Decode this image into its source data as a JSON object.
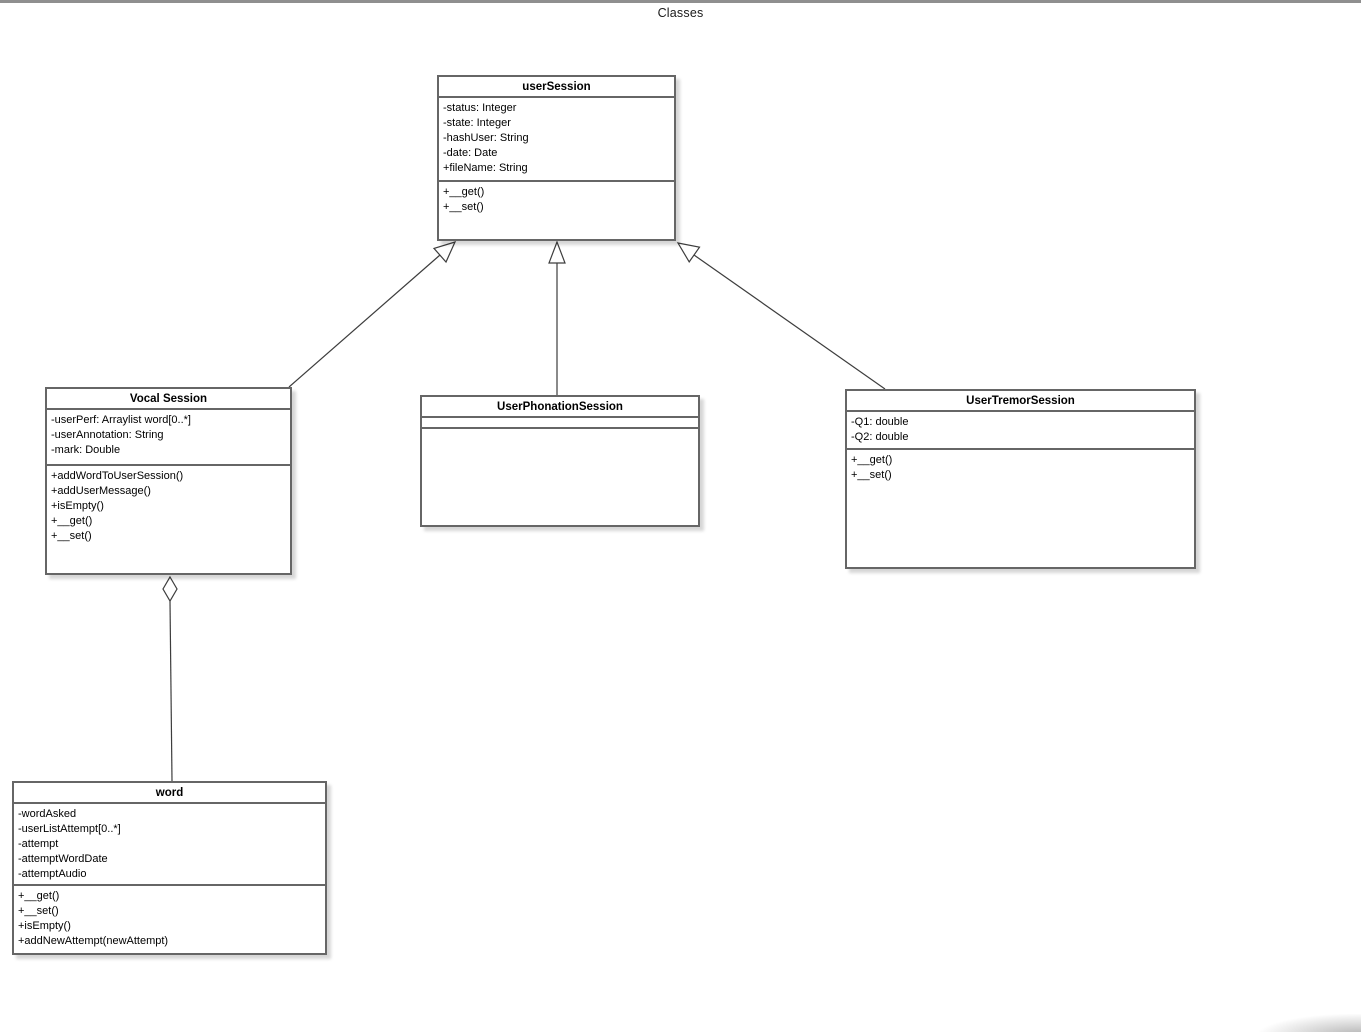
{
  "page": {
    "title": "Classes"
  },
  "theme": {
    "background": "#ffffff",
    "top_bar": "#8f8f8f",
    "box_border": "#666666",
    "box_fill": "#ffffff",
    "text": "#000000",
    "connector": "#3d3d3d",
    "shadow": "rgba(0,0,0,0.16)"
  },
  "classes": [
    {
      "name": "userSession",
      "attributes": [
        "-status: Integer",
        "-state: Integer",
        "-hashUser: String",
        "-date: Date",
        "+fileName: String"
      ],
      "methods": [
        "+__get()",
        "+__set()"
      ]
    },
    {
      "name": "Vocal Session",
      "attributes": [
        "-userPerf: Arraylist word[0..*]",
        "-userAnnotation: String",
        "-mark: Double"
      ],
      "methods": [
        "+addWordToUserSession()",
        "+addUserMessage()",
        "+isEmpty()",
        "+__get()",
        "+__set()"
      ]
    },
    {
      "name": "UserPhonationSession",
      "attributes": [],
      "methods": []
    },
    {
      "name": "UserTremorSession",
      "attributes": [
        "-Q1: double",
        "-Q2: double"
      ],
      "methods": [
        "+__get()",
        "+__set()"
      ]
    },
    {
      "name": "word",
      "attributes": [
        "-wordAsked",
        "-userListAttempt[0..*]",
        "-attempt",
        "-attemptWordDate",
        "-attemptAudio"
      ],
      "methods": [
        "+__get()",
        "+__set()",
        "+isEmpty()",
        "+addNewAttempt(newAttempt)"
      ]
    }
  ],
  "relationships": [
    {
      "type": "generalization",
      "from": "Vocal Session",
      "to": "userSession",
      "marker": "hollow-triangle"
    },
    {
      "type": "generalization",
      "from": "UserPhonationSession",
      "to": "userSession",
      "marker": "hollow-triangle"
    },
    {
      "type": "generalization",
      "from": "UserTremorSession",
      "to": "userSession",
      "marker": "hollow-triangle"
    },
    {
      "type": "aggregation",
      "from": "word",
      "to": "Vocal Session",
      "marker": "hollow-diamond"
    }
  ]
}
